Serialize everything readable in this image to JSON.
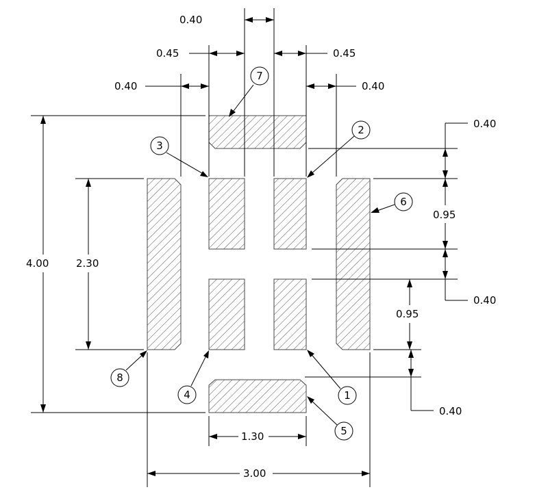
{
  "dimensions": {
    "top_gap": "0.40",
    "pad_width_left": "0.45",
    "pad_width_right": "0.45",
    "side_gap_left": "0.40",
    "side_gap_right": "0.40",
    "total_height": "4.00",
    "side_pad_length": "2.30",
    "right_top_gap": "0.40",
    "right_pad_pitch": "0.95",
    "right_mid_gap": "0.40",
    "right_lower_pitch": "0.95",
    "right_bottom_gap": "0.40",
    "bottom_pad_width": "1.30",
    "total_width": "3.00"
  },
  "pad_callouts": [
    "1",
    "2",
    "3",
    "4",
    "5",
    "6",
    "7",
    "8"
  ]
}
